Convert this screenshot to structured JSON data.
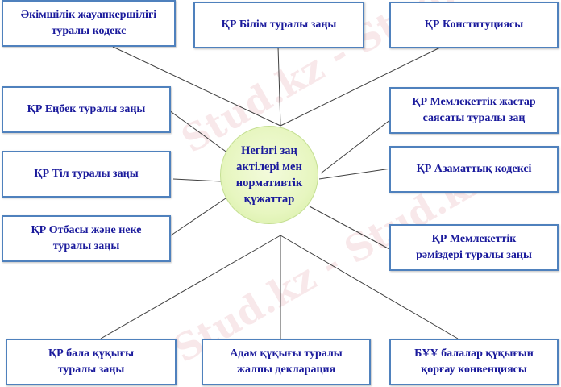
{
  "diagram": {
    "center": {
      "lines": [
        "Негізгі заң",
        "актілері мен",
        "нормативтік",
        "құжаттар"
      ]
    },
    "nodes": [
      {
        "id": "adm-code",
        "lines": [
          "Әкімшілік жауапкершілігі",
          "туралы кодекс"
        ]
      },
      {
        "id": "education-law",
        "lines": [
          "ҚР Білім туралы заңы"
        ]
      },
      {
        "id": "constitution",
        "lines": [
          "ҚР Конституциясы"
        ]
      },
      {
        "id": "labor-law",
        "lines": [
          "ҚР Еңбек туралы заңы"
        ]
      },
      {
        "id": "youth-policy-law",
        "lines": [
          "ҚР Мемлекеттік жастар",
          "саясаты туралы заң"
        ]
      },
      {
        "id": "language-law",
        "lines": [
          "ҚР Тіл туралы заңы"
        ]
      },
      {
        "id": "civil-code",
        "lines": [
          "ҚР Азаматтық кодексі"
        ]
      },
      {
        "id": "family-law",
        "lines": [
          "ҚР Отбасы және неке",
          "туралы заңы"
        ]
      },
      {
        "id": "symbols-law",
        "lines": [
          "ҚР Мемлекеттік",
          "рәміздері туралы  заңы"
        ]
      },
      {
        "id": "child-rights-law",
        "lines": [
          "ҚР бала құқығы",
          "туралы заңы"
        ]
      },
      {
        "id": "human-rights-declaration",
        "lines": [
          "Адам құқығы туралы",
          "жалпы декларация"
        ]
      },
      {
        "id": "un-child-convention",
        "lines": [
          "БҰҰ балалар құқығын",
          "қорғау конвенциясы"
        ]
      }
    ]
  },
  "watermark": {
    "text": "Stud.kz - Stud.kz"
  },
  "colors": {
    "text": "#1a1a9c",
    "box_border": "#4f81bd",
    "hub_fill": "#e7f6c0",
    "connector": "#404040"
  }
}
